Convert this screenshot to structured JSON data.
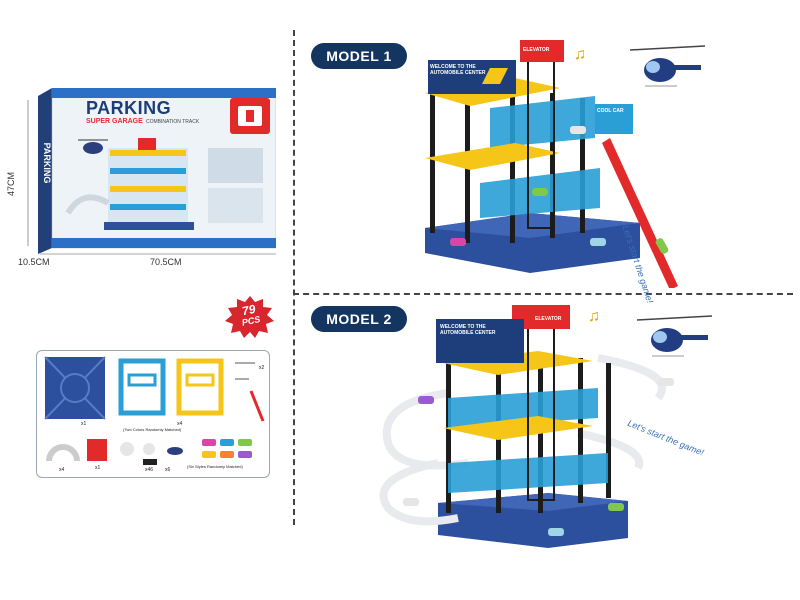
{
  "box": {
    "title": "PARKING",
    "subtitle": "SUPER GARAGE",
    "tagline": "COMBINATION TRACK",
    "side_title": "PARKING",
    "dim_height": "47CM",
    "dim_depth": "10.5CM",
    "dim_width": "70.5CM"
  },
  "badge": {
    "line1": "79",
    "line2": "PCS"
  },
  "parts": {
    "qty_x1": "x1",
    "qty_x2": "x2",
    "qty_x4": "x4",
    "qty_x6": "x6",
    "qty_x46": "x46",
    "note_colors": "(Two Colors Randomly Matched)",
    "note_styles": "(Six Styles Randomly Matched)"
  },
  "model1": {
    "label": "MODEL 1",
    "sign": "WELCOME TO THE AUTOMOBILE CENTER",
    "elevator": "ELEVATOR",
    "cool_car": "COOL CAR",
    "start": "Let's start the game!"
  },
  "model2": {
    "label": "MODEL 2",
    "sign": "WELCOME TO THE AUTOMOBILE CENTER",
    "elevator": "ELEVATOR",
    "start": "Let's start the game!"
  },
  "colors": {
    "navy": "#13355f",
    "yellow": "#f5c518",
    "blue": "#2a9fd6",
    "red": "#e32a2a",
    "base": "#2c4f9e"
  }
}
